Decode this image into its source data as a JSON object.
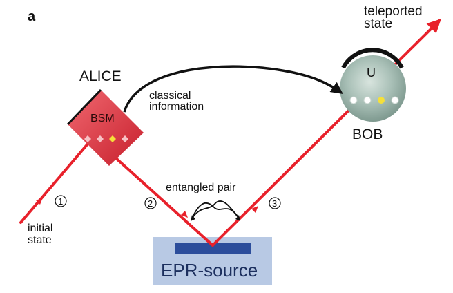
{
  "labels": {
    "panel": "a",
    "teleported_state": [
      "teleported",
      "state"
    ],
    "alice": "ALICE",
    "bsm": "BSM",
    "classical_information": [
      "classical",
      "information"
    ],
    "unitary": "U",
    "bob": "BOB",
    "entangled_pair": "entangled pair",
    "markers": [
      "1",
      "2",
      "3"
    ],
    "initial_state": [
      "initial",
      "state"
    ],
    "epr_source": "EPR-source"
  },
  "colors": {
    "beam": "#e8212b",
    "alice_device": "#d9303b",
    "bob_device": "#a9c0b7",
    "epr_box": "#b8c9e4",
    "epr_crystal": "#2c4d9b",
    "indicator_lit": "#f5e03a",
    "classical_arrow": "#111111"
  },
  "icons": {
    "alice": "diamond-device",
    "bob": "sphere-device",
    "epr_source": "crystal-box"
  }
}
